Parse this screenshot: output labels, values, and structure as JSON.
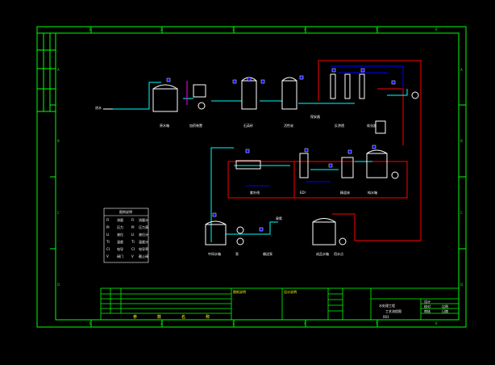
{
  "frame": {
    "top_zone_numbers": [
      "1",
      "2",
      "3",
      "4",
      "5",
      "6"
    ],
    "bottom_zone_numbers": [
      "1",
      "2",
      "3",
      "4",
      "5",
      "6"
    ],
    "side_zone_letters": [
      "A",
      "B",
      "C",
      "D"
    ]
  },
  "colors": {
    "frame": "#00ff00",
    "pipe_cyan": "#00ffff",
    "pipe_red": "#ff0000",
    "pipe_magenta": "#ff00ff",
    "equipment": "#ffffff",
    "valve_blue": "#0000ff",
    "instrument_yellow": "#ffff00"
  },
  "legend": {
    "title": "图例说明",
    "rows": [
      {
        "code": "FI",
        "name": "流量",
        "sym": "FI",
        "desc": "流量计"
      },
      {
        "code": "PI",
        "name": "压力",
        "sym": "PI",
        "desc": "压力表"
      },
      {
        "code": "LI",
        "name": "液位",
        "sym": "LI",
        "desc": "液位计"
      },
      {
        "code": "TI",
        "name": "温度",
        "sym": "TI",
        "desc": "温度计"
      },
      {
        "code": "CI",
        "name": "电导",
        "sym": "CI",
        "desc": "电导率"
      },
      {
        "code": "V",
        "name": "阀门",
        "sym": "V",
        "desc": "截止阀"
      }
    ]
  },
  "equipment_labels": {
    "raw_tank": "原水箱",
    "dosing": "加药装置",
    "sand_filter": "石英砂",
    "carbon_filter": "活性炭",
    "softener": "软化器",
    "security_filter": "保安器",
    "ro_unit": "反渗透",
    "intermediate_tank": "中间水箱",
    "edi": "EDI",
    "uv": "紫外线",
    "pure_tank": "纯水箱",
    "polish": "精混床",
    "ozone": "臭氧",
    "product_tank": "成品水箱",
    "pump_a": "泵",
    "pump_b": "输送泵",
    "use_point": "用水点",
    "inlet": "进水"
  },
  "title_block": {
    "left_label": "图纸说明",
    "mid_label": "设计说明",
    "bottom_row": [
      "参",
      "数",
      "名",
      "称"
    ],
    "company": "水处理工程",
    "drawing_name": "工艺流程图",
    "drawing_no": "001",
    "right_cells": [
      "设计",
      "校对",
      "审核",
      "比例",
      "日期"
    ]
  }
}
